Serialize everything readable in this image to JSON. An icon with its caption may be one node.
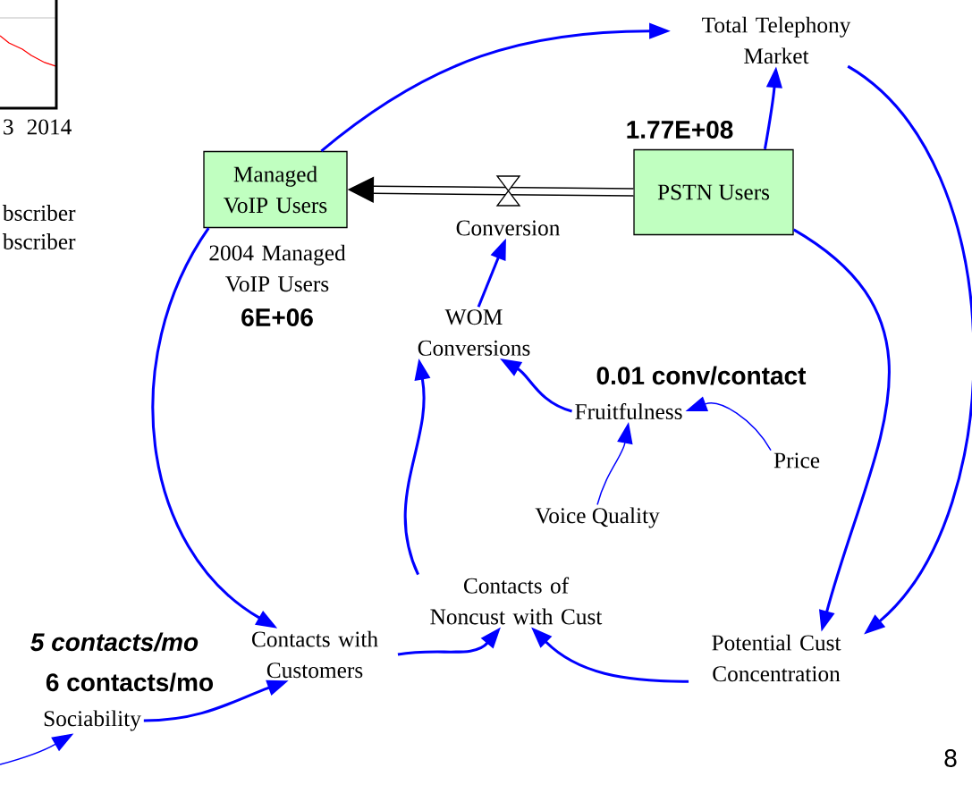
{
  "diagram": {
    "nodes": [
      {
        "text": [
          "Total Telephony Market"
        ]
      },
      {
        "text": [
          "Managed VoIP Users"
        ]
      },
      {
        "text": [
          "PSTN Users"
        ],
        "beside": [
          "1.77E+08"
        ]
      },
      {
        "text": [
          "Conversion"
        ]
      },
      {
        "text": [
          "WOM Conversions"
        ]
      },
      {
        "text": [
          "Fruitfulness"
        ],
        "beside": [
          "0.01 conv/contact"
        ]
      },
      {
        "text": [
          "Price"
        ]
      },
      {
        "text": [
          "Voice Quality"
        ]
      },
      {
        "text": [
          "Contacts of Noncust with Cust"
        ]
      },
      {
        "text": [
          "Potential Cust Concentration"
        ]
      },
      {
        "text": [
          "Contacts with Customers"
        ]
      },
      {
        "text": [
          "Sociability"
        ],
        "beside": [
          "5 contacts/mo",
          "6 contacts/mo"
        ]
      }
    ],
    "edges": [
      {
        "from": 1,
        "to": 0,
        "arrow": "to"
      },
      {
        "from": 2,
        "to": 0,
        "arrow": "to"
      },
      {
        "from": 2,
        "to": 1,
        "arrow": "to",
        "style": "thick",
        "color": "#000000"
      },
      {
        "from": 4,
        "to": 3,
        "arrow": "to"
      },
      {
        "from": 5,
        "to": 4,
        "arrow": "to"
      },
      {
        "from": 6,
        "to": 5,
        "arrow": "to"
      },
      {
        "from": 7,
        "to": 5,
        "arrow": "to"
      },
      {
        "from": 8,
        "to": 4,
        "arrow": "to"
      },
      {
        "from": 1,
        "to": 10,
        "arrow": "to"
      },
      {
        "from": 10,
        "to": 8,
        "arrow": "to"
      },
      {
        "from": 9,
        "to": 8,
        "arrow": "to"
      },
      {
        "from": 2,
        "to": 9,
        "arrow": "to"
      },
      {
        "from": 0,
        "to": 9,
        "arrow": "to"
      },
      {
        "from": 11,
        "to": 10,
        "arrow": "to"
      },
      {
        "from": null,
        "to": 11,
        "arrow": "to"
      }
    ],
    "labels": [
      "3",
      "2014",
      "bscriber",
      "bscriber",
      "2004 Managed VoIP Users",
      "6E+06",
      "8"
    ]
  }
}
